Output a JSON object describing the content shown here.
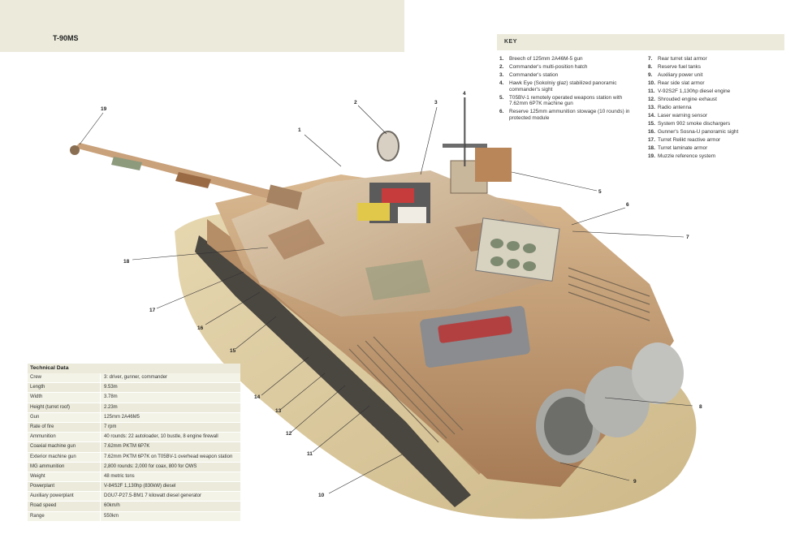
{
  "header": {
    "title": "T-90MS"
  },
  "key": {
    "title": "KEY",
    "items_col1": [
      {
        "num": "1.",
        "text": "Breech of 125mm 2A46M-5 gun"
      },
      {
        "num": "2.",
        "text": "Commander's multi-position hatch"
      },
      {
        "num": "3.",
        "text": "Commander's station"
      },
      {
        "num": "4.",
        "text": "Hawk Eye (Sokolniy glaz) stabilized panoramic commander's sight"
      },
      {
        "num": "5.",
        "text": "T05BV-1 remotely operated weapons station with 7.62mm 6P7K machine gun"
      },
      {
        "num": "6.",
        "text": "Reserve 125mm ammunition stowage (10 rounds) in protected module"
      }
    ],
    "items_col2": [
      {
        "num": "7.",
        "text": "Rear turret slat armor"
      },
      {
        "num": "8.",
        "text": "Reserve fuel tanks"
      },
      {
        "num": "9.",
        "text": "Auxiliary power unit"
      },
      {
        "num": "10.",
        "text": "Rear side slat armor"
      },
      {
        "num": "11.",
        "text": "V-92S2F 1,130hp diesel engine"
      },
      {
        "num": "12.",
        "text": "Shrouded engine exhaust"
      },
      {
        "num": "13.",
        "text": "Radio antenna"
      },
      {
        "num": "14.",
        "text": "Laser warning sensor"
      },
      {
        "num": "15.",
        "text": "System 902 smoke dischargers"
      },
      {
        "num": "16.",
        "text": "Gunner's Sosna-U panoramic sight"
      },
      {
        "num": "17.",
        "text": "Turret Relikt reactive armor"
      },
      {
        "num": "18.",
        "text": "Turret laminate armor"
      },
      {
        "num": "19.",
        "text": "Muzzle reference system"
      }
    ]
  },
  "callouts": [
    "1",
    "2",
    "3",
    "4",
    "5",
    "6",
    "7",
    "8",
    "9",
    "10",
    "11",
    "12",
    "13",
    "14",
    "15",
    "16",
    "17",
    "18",
    "19"
  ],
  "technical_data": {
    "title": "Technical Data",
    "rows": [
      {
        "label": "Crew",
        "value": "3: driver, gunner, commander"
      },
      {
        "label": "Length",
        "value": "9.53m"
      },
      {
        "label": "Width",
        "value": "3.78m"
      },
      {
        "label": "Height (turret roof)",
        "value": "2.23m"
      },
      {
        "label": "Gun",
        "value": "125mm 2A46M5"
      },
      {
        "label": "Rate of fire",
        "value": "7 rpm"
      },
      {
        "label": "Ammunition",
        "value": "40 rounds: 22 autoloader, 10 bustle, 8 engine firewall"
      },
      {
        "label": "Coaxial machine gun",
        "value": "7.62mm PKTM 6P7K"
      },
      {
        "label": "Exterior machine gun",
        "value": "7.62mm PKTM 6P7K on T05BV-1 overhead weapon station"
      },
      {
        "label": "MG ammunition",
        "value": "2,800 rounds: 2,000 for coax, 800 for OWS"
      },
      {
        "label": "Weight",
        "value": "48 metric tons"
      },
      {
        "label": "Powerplant",
        "value": "V-84S2F 1,130hp (830kW) diesel"
      },
      {
        "label": "Auxiliary powerplant",
        "value": "DGU7-P27.5-BM1 7 kilowatt diesel generator"
      },
      {
        "label": "Road speed",
        "value": "60km/h"
      },
      {
        "label": "Range",
        "value": "550km"
      }
    ]
  },
  "colors": {
    "panel_fill": "#ebeadb",
    "sand": "#d9c69a",
    "camo_tan": "#c8a77a",
    "camo_brown": "#9a6a45",
    "camo_green": "#8d9a7c"
  }
}
